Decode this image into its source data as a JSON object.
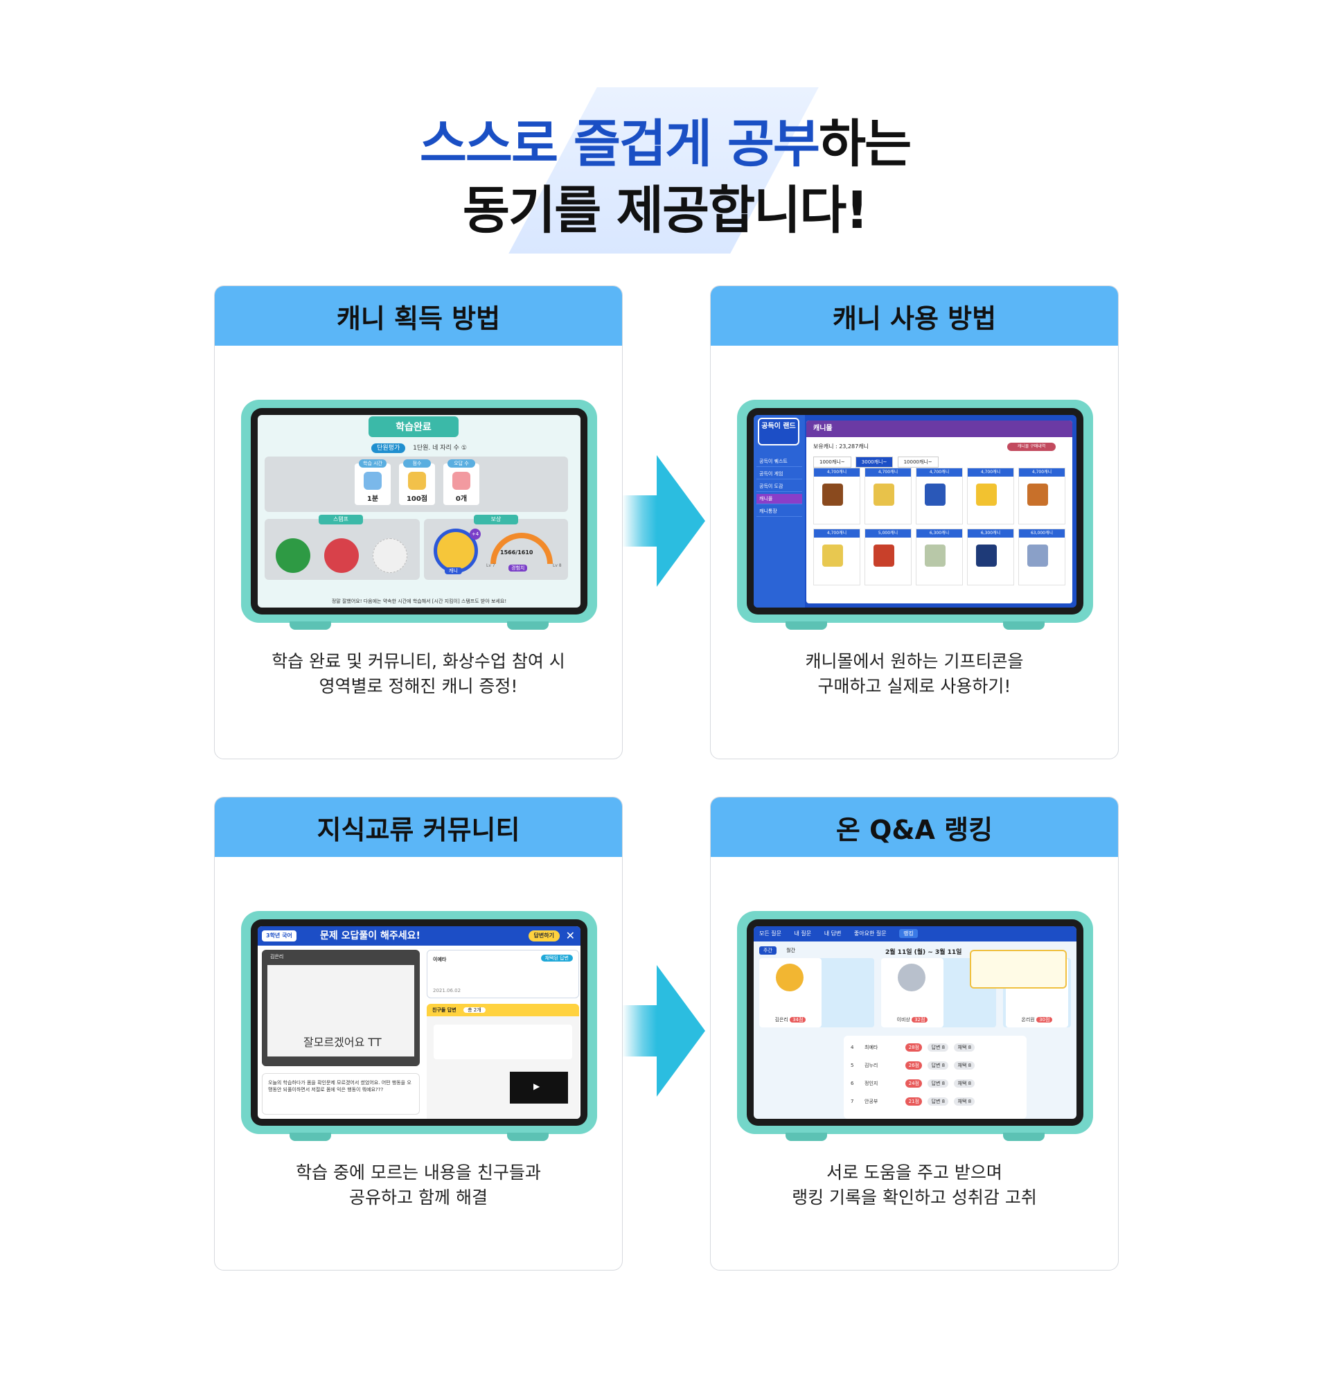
{
  "headline": {
    "line1_blue1": "스스로",
    "line1_blue2": "즐겁게",
    "line1_blue3": "공부",
    "line1_dark": "하는",
    "line2": "동기를 제공합니다!"
  },
  "cards": [
    {
      "title": "캐니 획득 방법",
      "desc_line1": "학습 완료 및 커뮤니티, 화상수업 참여 시",
      "desc_line2": "영역별로 정해진 캐니 증정!"
    },
    {
      "title": "캐니 사용 방법",
      "desc_line1": "캐니몰에서 원하는 기프티콘을",
      "desc_line2": "구매하고 실제로 사용하기!"
    },
    {
      "title": "지식교류 커뮤니티",
      "desc_line1": "학습 중에 모르는 내용을 친구들과",
      "desc_line2": "공유하고 함께 해결"
    },
    {
      "title": "온 Q&A 랭킹",
      "desc_line1": "서로 도움을 주고 받으며",
      "desc_line2": "랭킹 기록을 확인하고 성취감 고취"
    }
  ],
  "screen1": {
    "banner": "학습완료",
    "eval_tag": "단원평가",
    "eval_title": "1단원. 네 자리 수 ①",
    "stats": [
      {
        "label": "학습 시간",
        "value": "1분"
      },
      {
        "label": "점수",
        "value": "100점"
      },
      {
        "label": "오답 수",
        "value": "0개"
      }
    ],
    "stamp_label": "스탬프",
    "reward_label": "보상",
    "coin_label": "캐니",
    "coin_bonus": "+4",
    "exp_label": "경험치",
    "exp_value": "1566/1610",
    "lv_left": "Lv 7",
    "lv_right": "Lv 8",
    "footer": "정말 잘했어요! 다음에는 약속한 시간에 학습해서 [시간 지킴이] 스탬프도 받아 보세요!"
  },
  "screen2": {
    "logo": "공득이 랜드",
    "menu": [
      "공득이 퀘스트",
      "공득이 게임",
      "공득이 도감",
      "캐니몰",
      "캐니통장"
    ],
    "active_menu": 3,
    "title": "캐니몰",
    "balance": "보유캐니 : 23,287캐니",
    "buy_history": "캐니몰 구매내역",
    "tabs": [
      "1000캐니~",
      "3000캐니~",
      "10000캐니~"
    ],
    "active_tab": 1,
    "items": [
      {
        "price": "4,700캐니",
        "color": "#8a4a1e"
      },
      {
        "price": "4,700캐니",
        "color": "#e8c24a"
      },
      {
        "price": "4,700캐니",
        "color": "#2a58b8"
      },
      {
        "price": "4,700캐니",
        "color": "#f2c230"
      },
      {
        "price": "4,700캐니",
        "color": "#c8702a"
      },
      {
        "price": "4,700캐니",
        "color": "#e8c850"
      },
      {
        "price": "5,000캐니",
        "color": "#c8402a"
      },
      {
        "price": "6,300캐니",
        "color": "#b8c8a8"
      },
      {
        "price": "6,300캐니",
        "color": "#1e3a78"
      },
      {
        "price": "63,000캐니",
        "color": "#8aa0c8"
      }
    ]
  },
  "screen3": {
    "grade": "3학년 국어",
    "title": "문제 오답풀이 해주세요!",
    "answer_button": "답변하기",
    "author": "김은리",
    "handwriting": "잘모르겠어요 TT",
    "note": "오늘의 학습하다가 몸을 확인문제 모르겠어서 썼었어요. 어떤 행동을 오맹동안 되풀이하면서 저절로 몸에 익은 행동이 뭐예요???",
    "answer_author": "이예타",
    "answer_badge": "채택된 답변",
    "answer_date": "2021.06.02",
    "friends_header": "친구들 답변",
    "friends_count": "총 2개"
  },
  "screen4": {
    "nav": [
      "모든 질문",
      "내 질문",
      "내 답변",
      "좋아요한 질문",
      "랭킹"
    ],
    "active_nav": 4,
    "period": [
      "주간",
      "월간"
    ],
    "date_range": "2월 11일 (월) ~ 3월 11일",
    "podium": [
      {
        "name": "김은리",
        "score": "34점"
      },
      {
        "name": "이비상",
        "score": "32점"
      },
      {
        "name": "온리원",
        "score": "30점"
      }
    ],
    "rows": [
      {
        "rank": "4",
        "name": "최예타",
        "score": "28점"
      },
      {
        "rank": "5",
        "name": "김누리",
        "score": "26점"
      },
      {
        "rank": "6",
        "name": "정인지",
        "score": "24점"
      },
      {
        "rank": "7",
        "name": "안공부",
        "score": "21점"
      }
    ],
    "answer_tag": "답변 8",
    "adopt_tag": "채택 8"
  },
  "colors": {
    "header_blue": "#5bb6f7",
    "headline_blue": "#1a4fc4",
    "arrow_cyan": "#2bbde0",
    "tablet_mint": "#74d6c9"
  }
}
